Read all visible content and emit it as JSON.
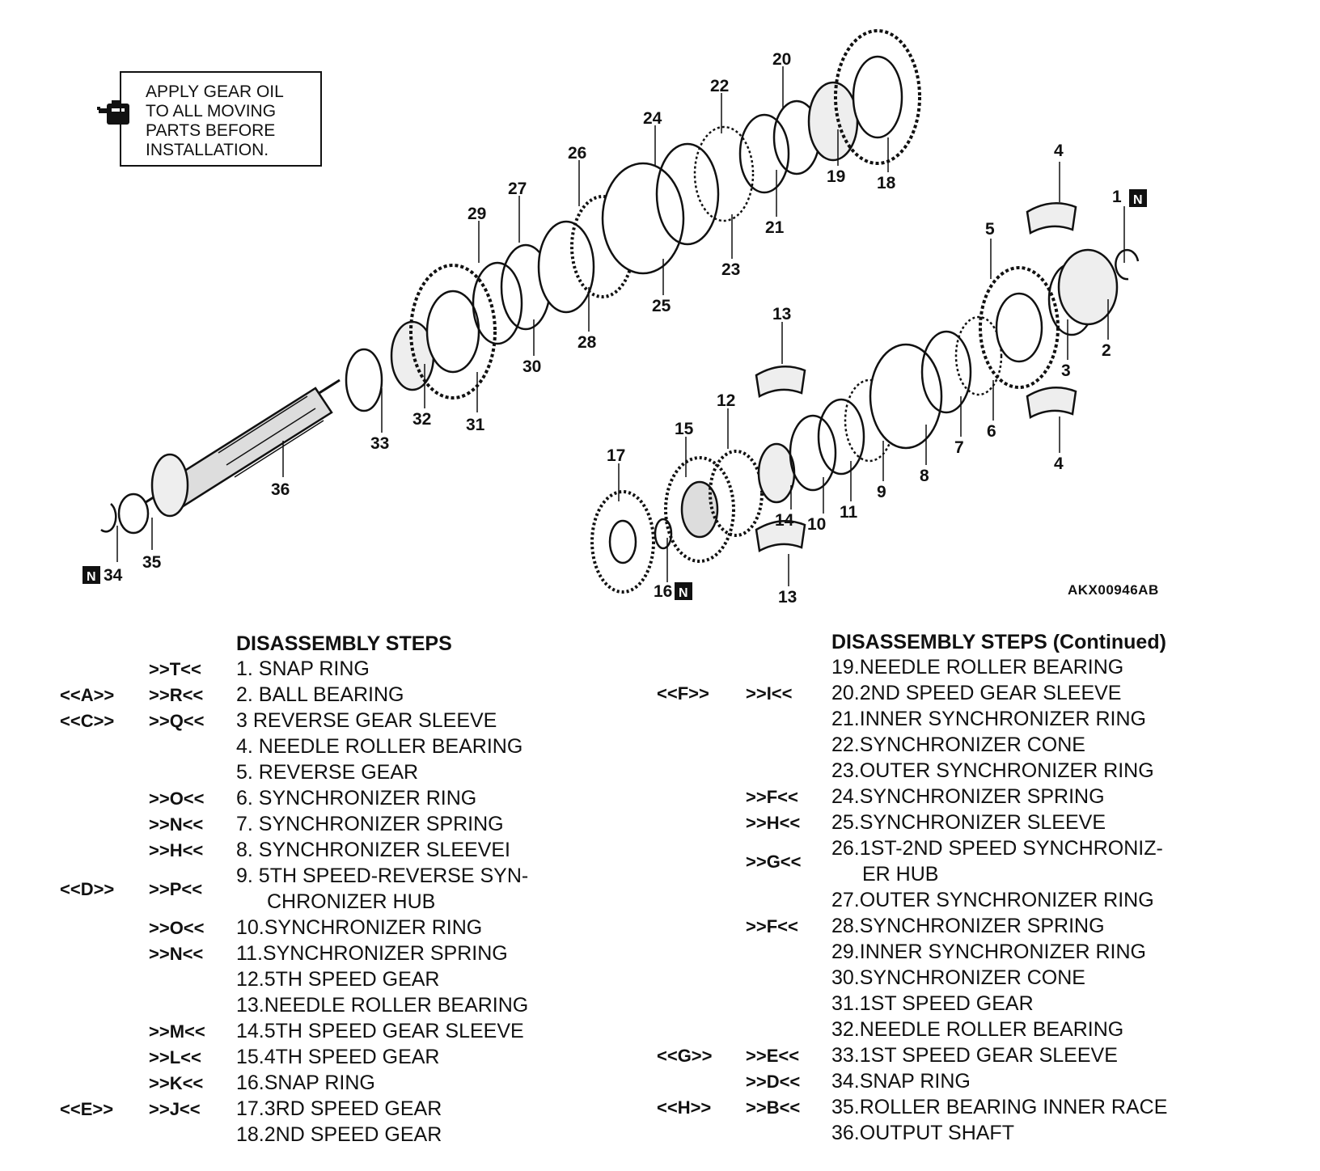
{
  "note": {
    "lines": [
      "APPLY GEAR OIL",
      "TO ALL MOVING",
      "PARTS BEFORE",
      "INSTALLATION."
    ]
  },
  "icons": {
    "oil": "oil-can-icon",
    "new_part": "n-box-icon"
  },
  "figure_code": "AKX00946AB",
  "new_part_mark": "N",
  "callouts": [
    {
      "t": "20"
    },
    {
      "t": "22"
    },
    {
      "t": "24"
    },
    {
      "t": "26"
    },
    {
      "t": "27"
    },
    {
      "t": "29"
    },
    {
      "t": "19"
    },
    {
      "t": "18"
    },
    {
      "t": "21"
    },
    {
      "t": "23"
    },
    {
      "t": "25"
    },
    {
      "t": "28"
    },
    {
      "t": "30"
    },
    {
      "t": "31"
    },
    {
      "t": "32"
    },
    {
      "t": "33"
    },
    {
      "t": "36"
    },
    {
      "t": "35"
    },
    {
      "t": "34"
    },
    {
      "t": "4"
    },
    {
      "t": "1"
    },
    {
      "t": "5"
    },
    {
      "t": "2"
    },
    {
      "t": "3"
    },
    {
      "t": "4"
    },
    {
      "t": "6"
    },
    {
      "t": "7"
    },
    {
      "t": "8"
    },
    {
      "t": "9"
    },
    {
      "t": "11"
    },
    {
      "t": "10"
    },
    {
      "t": "14"
    },
    {
      "t": "13"
    },
    {
      "t": "12"
    },
    {
      "t": "15"
    },
    {
      "t": "17"
    },
    {
      "t": "16"
    },
    {
      "t": "13"
    }
  ],
  "left_steps": {
    "title": "DISASSEMBLY STEPS",
    "rows": [
      {
        "a": "",
        "b": ">>T<<",
        "text": "1.  SNAP RING"
      },
      {
        "a": "<<A>>",
        "b": ">>R<<",
        "text": "2.  BALL BEARING"
      },
      {
        "a": "<<C>>",
        "b": ">>Q<<",
        "text": "3   REVERSE GEAR SLEEVE"
      },
      {
        "a": "",
        "b": "",
        "text": "4.  NEEDLE ROLLER BEARING"
      },
      {
        "a": "",
        "b": "",
        "text": "5.  REVERSE GEAR"
      },
      {
        "a": "",
        "b": ">>O<<",
        "text": "6.  SYNCHRONIZER RING"
      },
      {
        "a": "",
        "b": ">>N<<",
        "text": "7.  SYNCHRONIZER SPRING"
      },
      {
        "a": "",
        "b": ">>H<<",
        "text": "8.  SYNCHRONIZER SLEEVEI"
      },
      {
        "a": "<<D>>",
        "b": ">>P<<",
        "text": "9.  5TH SPEED-REVERSE SYN-",
        "text2": "CHRONIZER HUB"
      },
      {
        "a": "",
        "b": ">>O<<",
        "text": "10.SYNCHRONIZER RING"
      },
      {
        "a": "",
        "b": ">>N<<",
        "text": "11.SYNCHRONIZER SPRING"
      },
      {
        "a": "",
        "b": "",
        "text": "12.5TH SPEED GEAR"
      },
      {
        "a": "",
        "b": "",
        "text": "13.NEEDLE ROLLER BEARING"
      },
      {
        "a": "",
        "b": ">>M<<",
        "text": "14.5TH SPEED GEAR SLEEVE"
      },
      {
        "a": "",
        "b": ">>L<<",
        "text": "15.4TH SPEED GEAR"
      },
      {
        "a": "",
        "b": ">>K<<",
        "text": "16.SNAP RING"
      },
      {
        "a": "<<E>>",
        "b": ">>J<<",
        "text": "17.3RD SPEED GEAR"
      },
      {
        "a": "",
        "b": "",
        "text": "18.2ND SPEED GEAR"
      }
    ]
  },
  "right_steps": {
    "title": "DISASSEMBLY STEPS (Continued)",
    "rows": [
      {
        "a": "",
        "b": "",
        "text": "19.NEEDLE ROLLER BEARING"
      },
      {
        "a": "<<F>>",
        "b": ">>I<<",
        "text": "20.2ND SPEED GEAR SLEEVE"
      },
      {
        "a": "",
        "b": "",
        "text": "21.INNER SYNCHRONIZER RING"
      },
      {
        "a": "",
        "b": "",
        "text": "22.SYNCHRONIZER CONE"
      },
      {
        "a": "",
        "b": "",
        "text": "23.OUTER SYNCHRONIZER RING"
      },
      {
        "a": "",
        "b": ">>F<<",
        "text": "24.SYNCHRONIZER SPRING"
      },
      {
        "a": "",
        "b": ">>H<<",
        "text": "25.SYNCHRONIZER SLEEVE"
      },
      {
        "a": "",
        "b": ">>G<<",
        "text": "26.1ST-2ND SPEED SYNCHRONIZ-",
        "text2": "ER HUB"
      },
      {
        "a": "",
        "b": "",
        "text": "27.OUTER SYNCHRONIZER RING"
      },
      {
        "a": "",
        "b": ">>F<<",
        "text": "28.SYNCHRONIZER SPRING"
      },
      {
        "a": "",
        "b": "",
        "text": "29.INNER SYNCHRONIZER RING"
      },
      {
        "a": "",
        "b": "",
        "text": "30.SYNCHRONIZER CONE"
      },
      {
        "a": "",
        "b": "",
        "text": "31.1ST SPEED GEAR"
      },
      {
        "a": "",
        "b": "",
        "text": "32.NEEDLE ROLLER BEARING"
      },
      {
        "a": "<<G>>",
        "b": ">>E<<",
        "text": "33.1ST SPEED GEAR SLEEVE"
      },
      {
        "a": "",
        "b": ">>D<<",
        "text": "34.SNAP RING"
      },
      {
        "a": "<<H>>",
        "b": ">>B<<",
        "text": "35.ROLLER BEARING INNER RACE"
      },
      {
        "a": "",
        "b": "",
        "text": "36.OUTPUT SHAFT"
      }
    ]
  }
}
